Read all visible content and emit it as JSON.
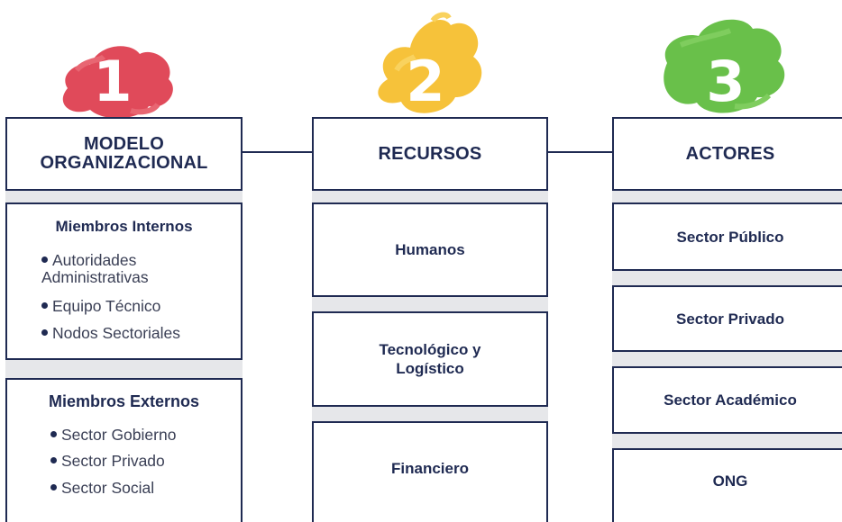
{
  "colors": {
    "navy": "#1f2a52",
    "red": "#e04a5a",
    "yellow": "#f6c23a",
    "green": "#69c04a",
    "separator": "#e6e7ea"
  },
  "columns": [
    {
      "number": "1",
      "title": "MODELO ORGANIZACIONAL",
      "sections": [
        {
          "heading": "Miembros Internos",
          "items": [
            "Autoridades Administrativas",
            "Equipo Técnico",
            "Nodos Sectoriales"
          ]
        },
        {
          "heading": "Miembros Externos",
          "items": [
            "Sector Gobierno",
            "Sector Privado",
            "Sector Social"
          ]
        }
      ]
    },
    {
      "number": "2",
      "title": "RECURSOS",
      "cells": [
        "Humanos",
        "Tecnológico y Logístico",
        "Financiero"
      ]
    },
    {
      "number": "3",
      "title": "ACTORES",
      "cells": [
        "Sector Público",
        "Sector Privado",
        "Sector Académico",
        "ONG"
      ]
    }
  ]
}
